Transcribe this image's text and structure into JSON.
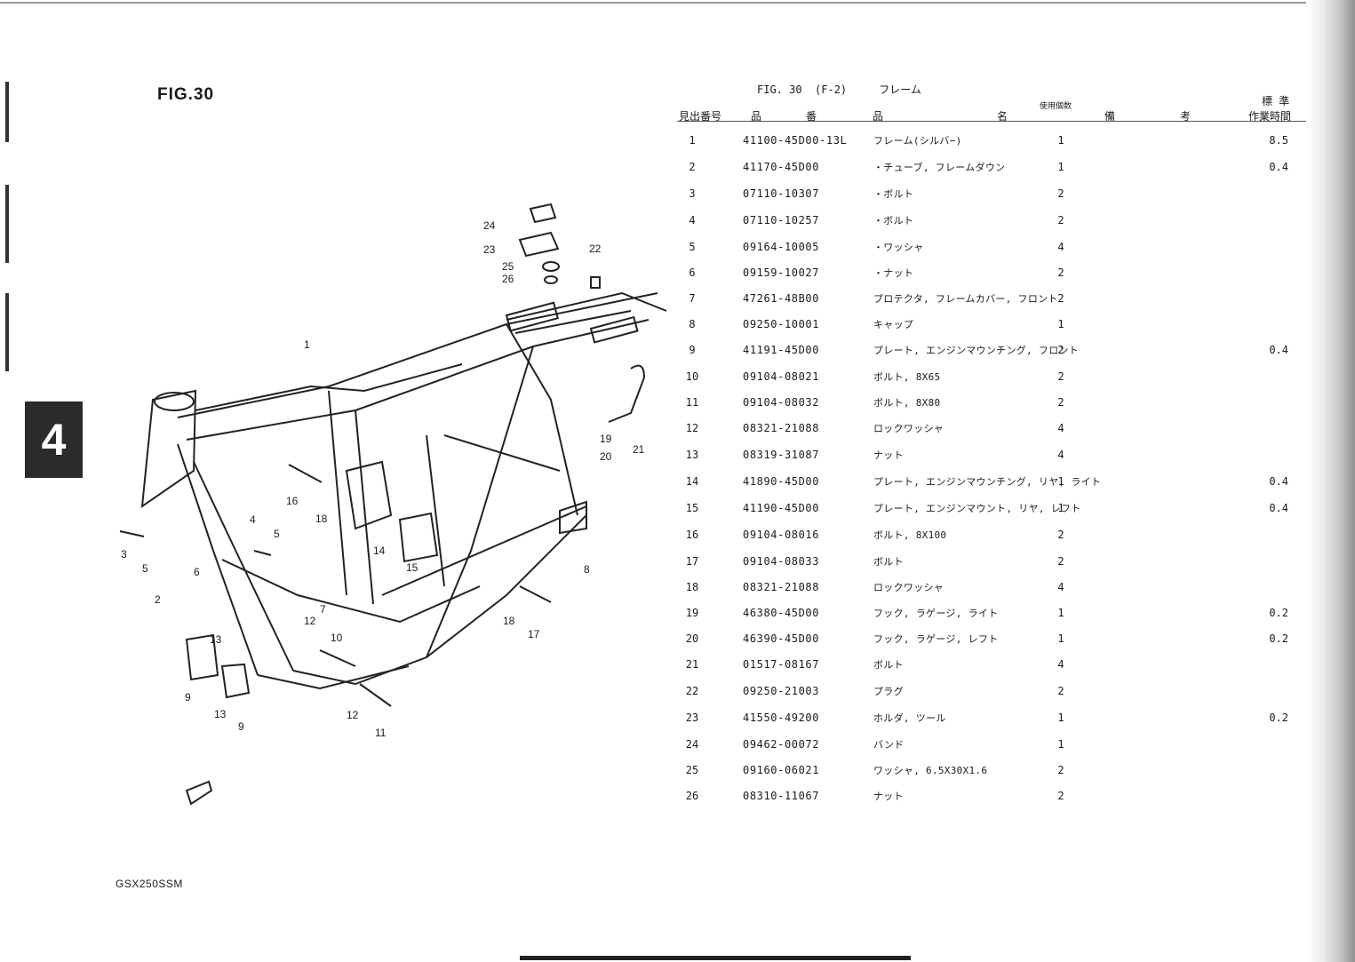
{
  "figure": {
    "heading": "FIG.30",
    "chapter": "4",
    "model": "GSX250SSM"
  },
  "diagram": {
    "callouts": [
      "24",
      "23",
      "22",
      "25",
      "26",
      "1",
      "19",
      "20",
      "21",
      "16",
      "18",
      "4",
      "5",
      "3",
      "5",
      "6",
      "14",
      "15",
      "8",
      "2",
      "7",
      "12",
      "10",
      "18",
      "17",
      "13",
      "13",
      "9",
      "9",
      "12",
      "11"
    ]
  },
  "table": {
    "title": "FIG. 30  (F-2)     フレーム",
    "headers": {
      "ref": "見出番号",
      "part_a": "品",
      "part_b": "番",
      "name_a": "品",
      "name_b": "名",
      "qty": "使用個数",
      "remarks_a": "備",
      "remarks_b": "考",
      "time_a": "標 準",
      "time_b": "作業時間"
    },
    "rows": [
      {
        "ref": "1",
        "part": "41100-45D00-13L",
        "name": "フレーム(シルバ−)",
        "qty": "1",
        "time": "8.5"
      },
      {
        "ref": "2",
        "part": "41170-45D00",
        "name": "・チューブ, フレームダウン",
        "qty": "1",
        "time": "0.4"
      },
      {
        "ref": "3",
        "part": "07110-10307",
        "name": "・ボルト",
        "qty": "2",
        "time": ""
      },
      {
        "ref": "4",
        "part": "07110-10257",
        "name": "・ボルト",
        "qty": "2",
        "time": ""
      },
      {
        "ref": "5",
        "part": "09164-10005",
        "name": "・ワッシャ",
        "qty": "4",
        "time": ""
      },
      {
        "ref": "6",
        "part": "09159-10027",
        "name": "・ナット",
        "qty": "2",
        "time": ""
      },
      {
        "ref": "7",
        "part": "47261-48B00",
        "name": "プロテクタ, フレームカバー, フロント",
        "qty": "2",
        "time": ""
      },
      {
        "ref": "8",
        "part": "09250-10001",
        "name": "キャップ",
        "qty": "1",
        "time": ""
      },
      {
        "ref": "9",
        "part": "41191-45D00",
        "name": "プレート, エンジンマウンチング, フロント",
        "qty": "2",
        "time": "0.4"
      },
      {
        "ref": "10",
        "part": "09104-08021",
        "name": "ボルト, 8X65",
        "qty": "2",
        "time": ""
      },
      {
        "ref": "11",
        "part": "09104-08032",
        "name": "ボルト, 8X80",
        "qty": "2",
        "time": ""
      },
      {
        "ref": "12",
        "part": "08321-21088",
        "name": "ロックワッシャ",
        "qty": "4",
        "time": ""
      },
      {
        "ref": "13",
        "part": "08319-31087",
        "name": "ナット",
        "qty": "4",
        "time": ""
      },
      {
        "ref": "14",
        "part": "41890-45D00",
        "name": "プレート, エンジンマウンチング, リヤ, ライト",
        "qty": "1",
        "time": "0.4"
      },
      {
        "ref": "15",
        "part": "41190-45D00",
        "name": "プレート, エンジンマウント, リヤ, レフト",
        "qty": "1",
        "time": "0.4"
      },
      {
        "ref": "16",
        "part": "09104-08016",
        "name": "ボルト, 8X100",
        "qty": "2",
        "time": ""
      },
      {
        "ref": "17",
        "part": "09104-08033",
        "name": "ボルト",
        "qty": "2",
        "time": ""
      },
      {
        "ref": "18",
        "part": "08321-21088",
        "name": "ロックワッシャ",
        "qty": "4",
        "time": ""
      },
      {
        "ref": "19",
        "part": "46380-45D00",
        "name": "フック, ラゲージ, ライト",
        "qty": "1",
        "time": "0.2"
      },
      {
        "ref": "20",
        "part": "46390-45D00",
        "name": "フック, ラゲージ, レフト",
        "qty": "1",
        "time": "0.2"
      },
      {
        "ref": "21",
        "part": "01517-08167",
        "name": "ボルト",
        "qty": "4",
        "time": ""
      },
      {
        "ref": "22",
        "part": "09250-21003",
        "name": "プラグ",
        "qty": "2",
        "time": ""
      },
      {
        "ref": "23",
        "part": "41550-49200",
        "name": "ホルダ, ツール",
        "qty": "1",
        "time": "0.2"
      },
      {
        "ref": "24",
        "part": "09462-00072",
        "name": "バンド",
        "qty": "1",
        "time": ""
      },
      {
        "ref": "25",
        "part": "09160-06021",
        "name": "ワッシャ, 6.5X30X1.6",
        "qty": "2",
        "time": ""
      },
      {
        "ref": "26",
        "part": "08310-11067",
        "name": "ナット",
        "qty": "2",
        "time": ""
      }
    ]
  }
}
